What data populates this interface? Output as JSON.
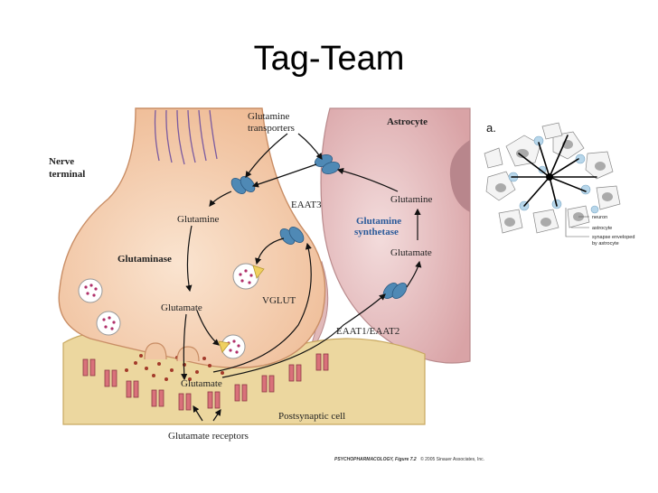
{
  "slide": {
    "title": "Tag-Team"
  },
  "diagram": {
    "labels": {
      "nerve_terminal": [
        "Nerve",
        "terminal"
      ],
      "glutamine_transporters": [
        "Glutamine",
        "transporters"
      ],
      "astrocyte": "Astrocyte",
      "eaat3": "EAAT3",
      "glutamine_left": "Glutamine",
      "glutamine_right": "Glutamine",
      "glutaminase": "Glutaminase",
      "glutamine_synthetase": [
        "Glutamine",
        "synthetase"
      ],
      "glutamate_right": "Glutamate",
      "vglut": "VGLUT",
      "glutamate_left": "Glutamate",
      "eaat1_eaat2": "EAAT1/EAAT2",
      "glutamate_cleft": "Glutamate",
      "postsynaptic_cell": "Postsynaptic cell",
      "glutamate_receptors": "Glutamate receptors",
      "credit_bold": "PSYCHOPHARMACOLOGY, Figure 7.2",
      "credit_rest": "© 2005 Sinauer Associates, Inc."
    },
    "colors": {
      "terminal": "#f6d3b6",
      "astrocyte": "#e6c2c2",
      "postsynaptic": "#ead59a",
      "receptor": "#d9717a",
      "transporter": "#4f89b5",
      "vglut": "#f0d060",
      "vesicle_dot": "#b0306a",
      "label_blue": "#2a5a9a"
    }
  },
  "inset": {
    "label": "a.",
    "legend": [
      "neuron",
      "astrocyte",
      "synapse enveloped",
      "by astrocyte"
    ]
  }
}
